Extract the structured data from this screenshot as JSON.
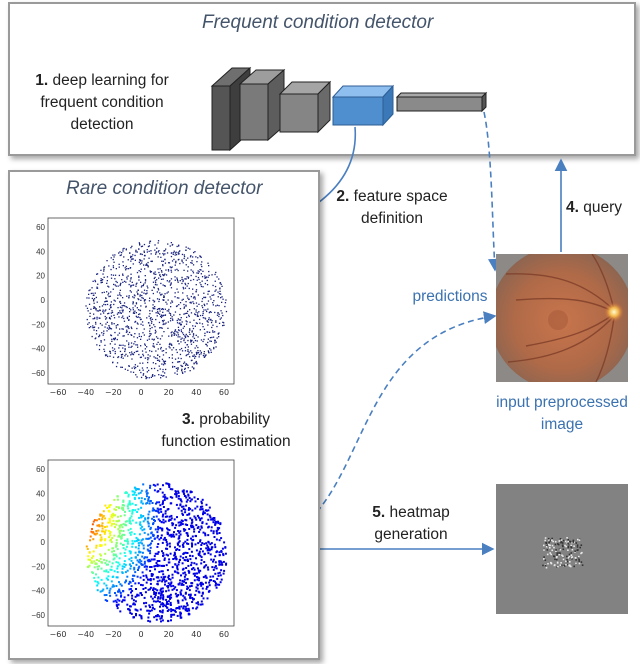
{
  "frequent_detector": {
    "title": "Frequent condition detector",
    "step1_num": "1.",
    "step1_text_a": "deep learning for",
    "step1_text_b": "frequent condition",
    "step1_text_c": "detection"
  },
  "rare_detector": {
    "title": "Rare condition detector"
  },
  "steps": {
    "step2_num": "2.",
    "step2_text_a": "feature space",
    "step2_text_b": "definition",
    "step3_num": "3.",
    "step3_text_a": "probability",
    "step3_text_b": "function estimation",
    "step4_num": "4.",
    "step4_text": "query",
    "step5_num": "5.",
    "step5_text_a": "heatmap",
    "step5_text_b": "generation"
  },
  "labels": {
    "predictions": "predictions",
    "input_line1": "input preprocessed",
    "input_line2": "image"
  },
  "plots": {
    "x_ticks": [
      "−60",
      "−40",
      "−20",
      "0",
      "20",
      "40",
      "60"
    ],
    "y_ticks": [
      "60",
      "40",
      "20",
      "0",
      "−20",
      "−40",
      "−60"
    ]
  },
  "colors": {
    "arrow": "#4a7fc0",
    "title": "#44546a",
    "accent_block": "#4f8fd0"
  }
}
